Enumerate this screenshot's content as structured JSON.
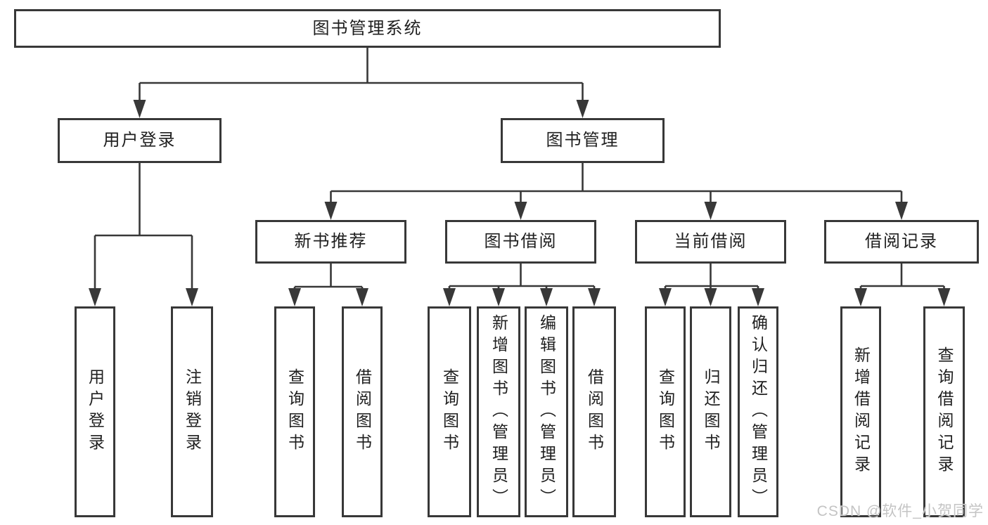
{
  "diagram": {
    "root": {
      "label": "图书管理系统"
    },
    "branches": {
      "user_login": {
        "label": "用户登录",
        "children": [
          {
            "label": "用户登录"
          },
          {
            "label": "注销登录"
          }
        ]
      },
      "book_management": {
        "label": "图书管理",
        "sections": [
          {
            "label": "新书推荐",
            "children": [
              {
                "label": "查询图书"
              },
              {
                "label": "借阅图书"
              }
            ]
          },
          {
            "label": "图书借阅",
            "children": [
              {
                "label": "查询图书"
              },
              {
                "label": "新增图书（管理员）"
              },
              {
                "label": "编辑图书（管理员）"
              },
              {
                "label": "借阅图书"
              }
            ]
          },
          {
            "label": "当前借阅",
            "children": [
              {
                "label": "查询图书"
              },
              {
                "label": "归还图书"
              },
              {
                "label": "确认归还（管理员）"
              }
            ]
          },
          {
            "label": "借阅记录",
            "children": [
              {
                "label": "新增借阅记录"
              },
              {
                "label": "查询借阅记录"
              }
            ]
          }
        ]
      }
    },
    "watermark": "CSDN @软件_小贺同学",
    "colors": {
      "line": "#383838",
      "text": "#1f1f1f",
      "watermark": "#c4c4c4",
      "background": "#ffffff"
    }
  }
}
